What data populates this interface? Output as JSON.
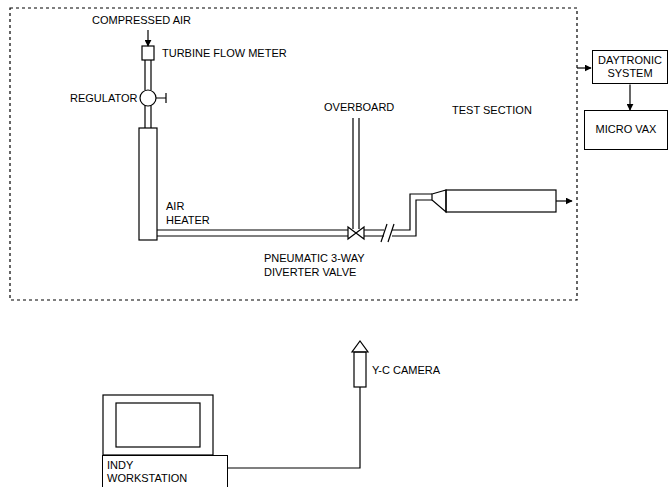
{
  "diagram": {
    "nodes": [
      {
        "text": [
          "DAYTRONIC SYSTEM"
        ]
      },
      {
        "text": [
          "MICRO VAX"
        ]
      },
      {
        "text": [
          "INDY WORKSTATION"
        ]
      }
    ],
    "edges": [
      {
        "from": 0,
        "to": 1,
        "arrow": "to"
      }
    ],
    "labels": [
      "COMPRESSED AIR",
      "TURBINE FLOW METER",
      "REGULATOR",
      "AIR HEATER",
      "OVERBOARD",
      "TEST SECTION",
      "PNEUMATIC 3-WAY DIVERTER VALVE",
      "Y-C CAMERA"
    ]
  }
}
